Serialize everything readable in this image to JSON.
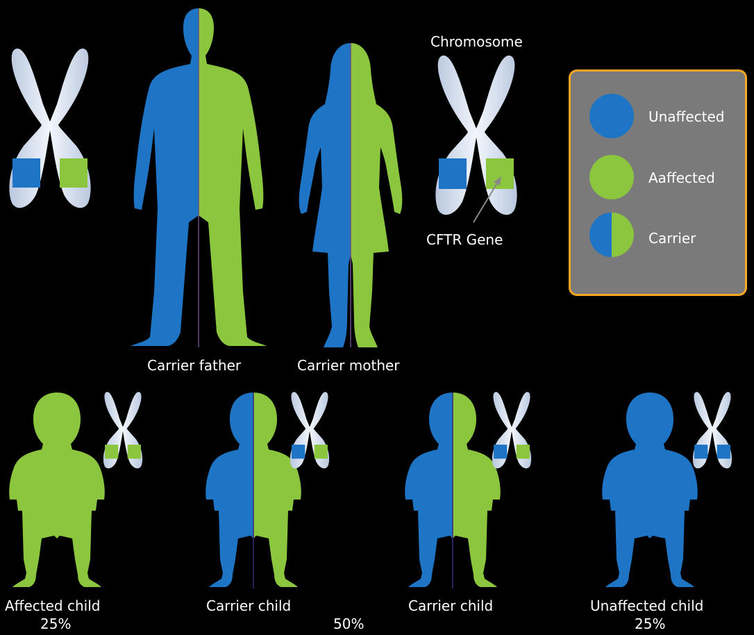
{
  "colors": {
    "unaffected": "#1e75c5",
    "affected": "#8cc63f",
    "chromosome": "#dde6f3",
    "legend_border": "#f5a623",
    "legend_bg": "#7a7a7a"
  },
  "labels": {
    "chromosome": "Chromosome",
    "cftr_gene": "CFTR Gene",
    "carrier_father": "Carrier father",
    "carrier_mother": "Carrier mother"
  },
  "legend": {
    "items": [
      {
        "label": "Unaffected",
        "swatch": "unaffected"
      },
      {
        "label": "Aaffected",
        "swatch": "affected"
      },
      {
        "label": "Carrier",
        "swatch": "carrier"
      }
    ]
  },
  "children": [
    {
      "label": "Affected child",
      "percent": "25%",
      "type": "affected"
    },
    {
      "label": "Carrier child",
      "type": "carrier"
    },
    {
      "label": "Carrier child",
      "type": "carrier"
    },
    {
      "label": "Unaffected child",
      "percent": "25%",
      "type": "unaffected"
    }
  ],
  "carrier_percent": "50%"
}
